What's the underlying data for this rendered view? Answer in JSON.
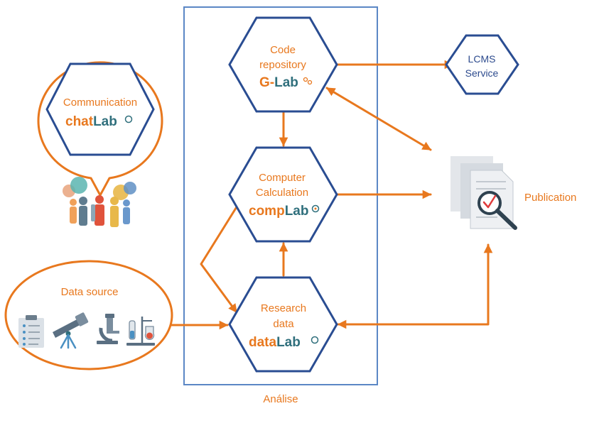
{
  "box_label": "Análise",
  "communication": {
    "label": "Communication",
    "brand_a": "chat",
    "brand_b": "Lab"
  },
  "code": {
    "line1": "Code",
    "line2": "repository",
    "brand_a": "G-",
    "brand_b": "Lab"
  },
  "computer": {
    "line1": "Computer",
    "line2": "Calculation",
    "brand_a": "comp",
    "brand_b": "Lab"
  },
  "research": {
    "line1": "Research",
    "line2": "data",
    "brand_a": "data",
    "brand_b": "Lab"
  },
  "lcms": {
    "line1": "LCMS",
    "line2": "Service"
  },
  "data_source": {
    "label": "Data source"
  },
  "publication": {
    "label": "Publication"
  },
  "colors": {
    "orange": "#e8781e",
    "navy": "#2a4d92",
    "teal": "#2f6f7c",
    "box": "#5b87c5"
  },
  "icons": [
    "people-group-icon",
    "clipboard-icon",
    "telescope-icon",
    "microscope-icon",
    "lab-glassware-icon",
    "documents-magnifier-icon"
  ]
}
